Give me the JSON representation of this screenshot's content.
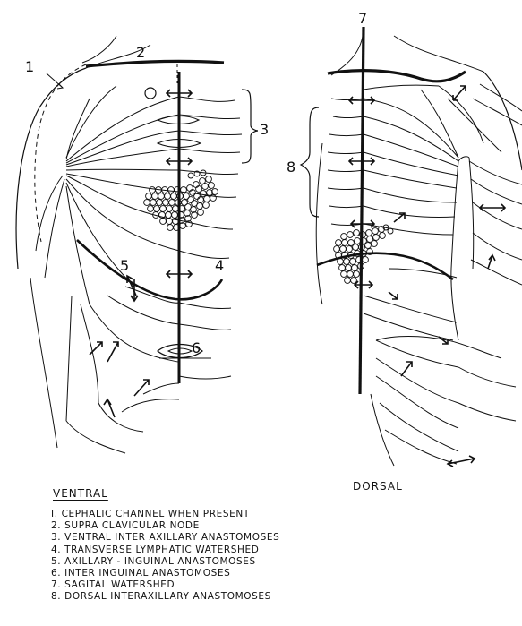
{
  "figure": {
    "callouts": [
      "1",
      "2",
      "3",
      "4",
      "5",
      "6",
      "7",
      "8"
    ],
    "views": {
      "ventral": "VENTRAL",
      "dorsal": "DORSAL"
    }
  },
  "legend": [
    "I. CEPHALIC CHANNEL WHEN PRESENT",
    "2. SUPRA CLAVICULAR NODE",
    "3. VENTRAL INTER AXILLARY ANASTOMOSES",
    "4. TRANSVERSE LYMPHATIC WATERSHED",
    "5. AXILLARY - INGUINAL ANASTOMOSES",
    "6. INTER INGUINAL ANASTOMOSES",
    "7. SAGITAL WATERSHED",
    "8. DORSAL INTERAXILLARY ANASTOMOSES"
  ]
}
